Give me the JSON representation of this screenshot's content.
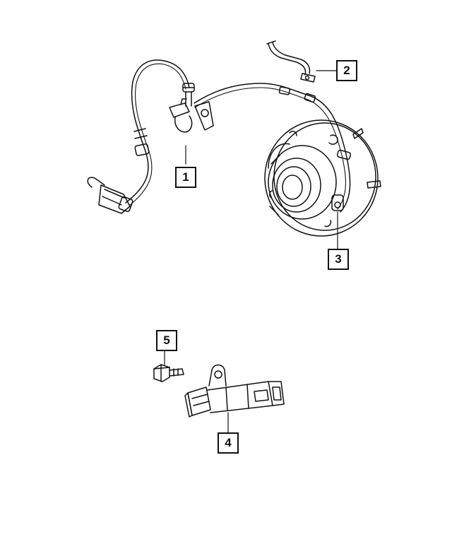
{
  "diagram": {
    "stroke_color": "#111111",
    "background": "#ffffff",
    "callouts": [
      {
        "id": "c1",
        "label": "1"
      },
      {
        "id": "c2",
        "label": "2"
      },
      {
        "id": "c3",
        "label": "3"
      },
      {
        "id": "c4",
        "label": "4"
      },
      {
        "id": "c5",
        "label": "5"
      }
    ]
  }
}
